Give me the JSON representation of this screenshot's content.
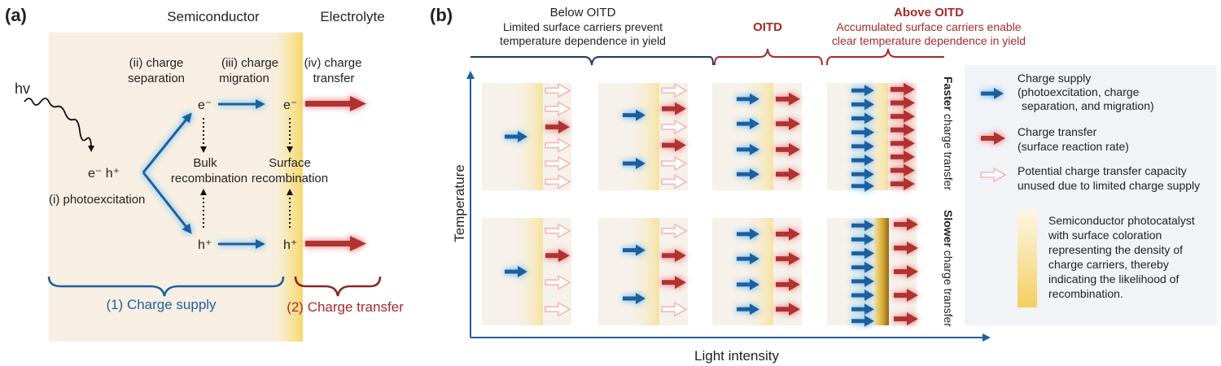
{
  "panel_a": {
    "tag": "(a)",
    "semiconductor": "Semiconductor",
    "electrolyte": "Electrolyte",
    "hv": "hv",
    "eh_pair": "e⁻ h⁺",
    "step1": "(i) photoexcitation",
    "step2_l1": "(ii) charge",
    "step2_l2": "separation",
    "step3_l1": "(iii) charge",
    "step3_l2": "migration",
    "step4_l1": "(iv) charge",
    "step4_l2": "transfer",
    "e_bulk": "e⁻",
    "e_surface": "e⁻",
    "h_bulk": "h⁺",
    "h_surface": "h⁺",
    "bulk_l1": "Bulk",
    "bulk_l2": "recombination",
    "surf_l1": "Surface",
    "surf_l2": "recombination",
    "supply": "(1) Charge supply",
    "transfer": "(2) Charge transfer"
  },
  "panel_b": {
    "tag": "(b)",
    "below_title": "Below OITD",
    "below_l1": "Limited surface carriers prevent",
    "below_l2": "temperature dependence in yield",
    "oitd": "OITD",
    "above_title": "Above OITD",
    "above_l1": "Accumulated surface carriers enable",
    "above_l2": "clear temperature dependence in yield",
    "y_axis": "Temperature",
    "x_axis": "Light intensity",
    "faster_bold": "Faster",
    "faster_rest": " charge transfer",
    "slower_bold": "Slower",
    "slower_rest": " charge transfer"
  },
  "legend": {
    "supply_l1": "Charge supply",
    "supply_l2": " (photoexcitation, charge",
    "supply_l3": "separation, and migration)",
    "transfer_l1": "Charge transfer",
    "transfer_l2": "(surface reaction rate)",
    "potential_l1": "Potential charge transfer capacity",
    "potential_l2": "unused due to limited charge supply",
    "catalyst_l1": "Semiconductor photocatalyst",
    "catalyst_l2": "with surface coloration",
    "catalyst_l3": "representing the density of",
    "catalyst_l4": "charge carriers, thereby",
    "catalyst_l5": "indicating the likelihood of",
    "catalyst_l6": "recombination."
  },
  "colors": {
    "supply_blue": "#1f5f9f",
    "transfer_red": "#b03030",
    "semiconductor_bg": "#f7efe3",
    "surface_yellow": "#f5dd80"
  }
}
